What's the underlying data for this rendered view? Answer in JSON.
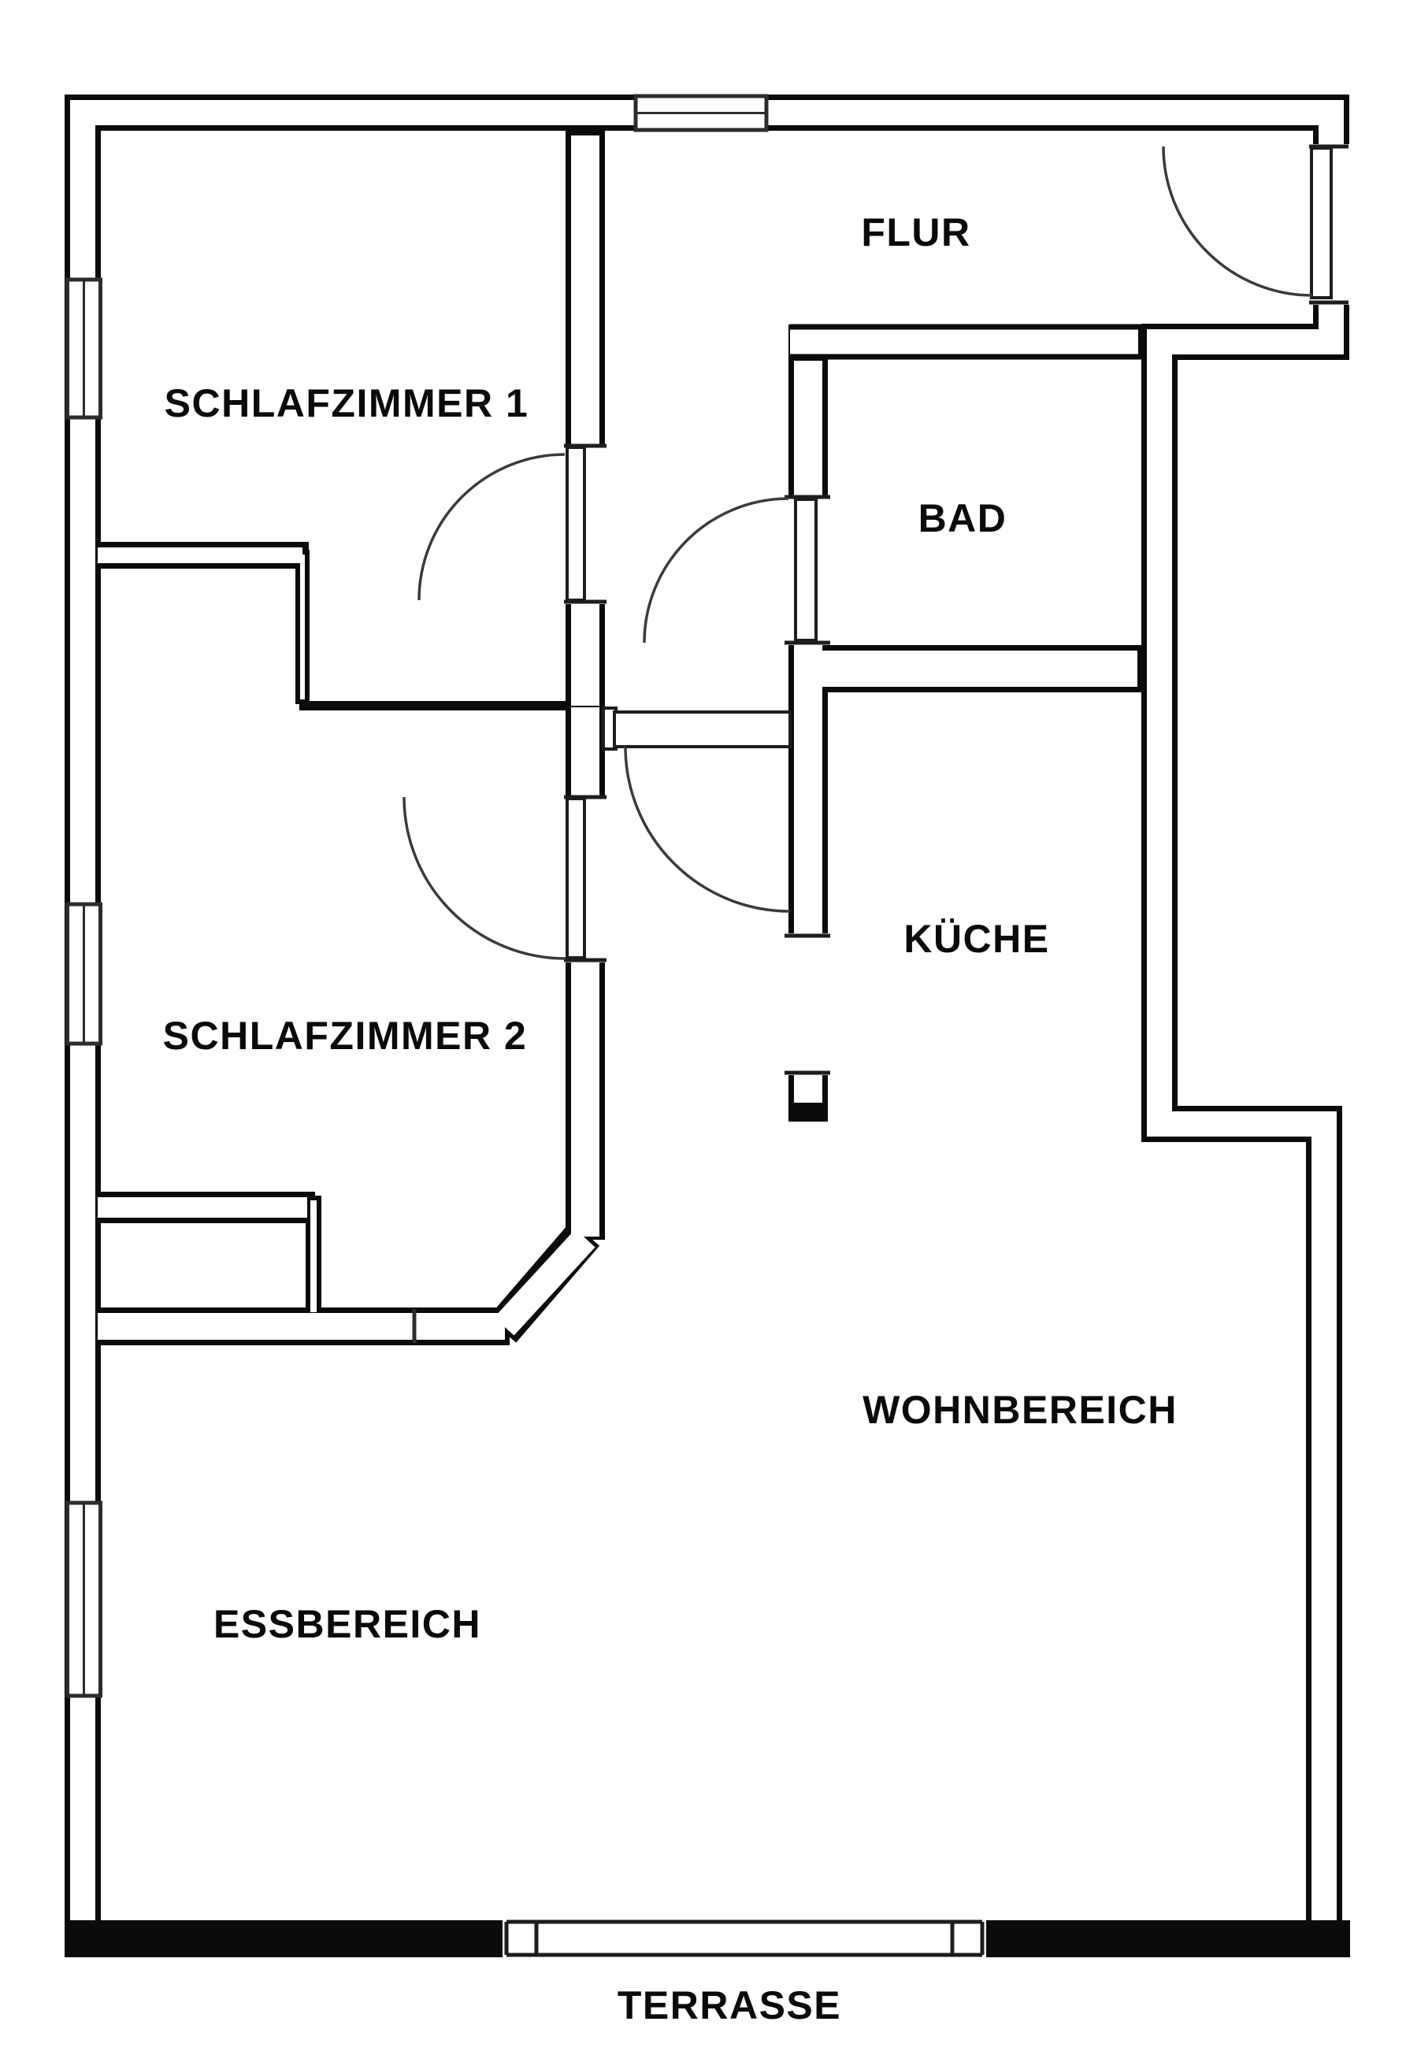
{
  "plan": {
    "background_color": "#ffffff",
    "wall_color": "#0b0b0b",
    "label_color": "#0a0a0a"
  },
  "rooms": [
    {
      "name": "SCHLAFZIMMER 1"
    },
    {
      "name": "FLUR"
    },
    {
      "name": "BAD"
    },
    {
      "name": "SCHLAFZIMMER 2"
    },
    {
      "name": "KÜCHE"
    },
    {
      "name": "WOHNBEREICH"
    },
    {
      "name": "ESSBEREICH"
    },
    {
      "name": "TERRASSE"
    }
  ],
  "features": {
    "doors": [
      {
        "name": "entry-door",
        "location": "FLUR"
      },
      {
        "name": "schlafzimmer-1-door",
        "location": "SCHLAFZIMMER 1"
      },
      {
        "name": "schlafzimmer-2-door",
        "location": "SCHLAFZIMMER 2"
      },
      {
        "name": "bad-door",
        "location": "BAD"
      },
      {
        "name": "hall-door",
        "location": "FLUR"
      },
      {
        "name": "terrace-door",
        "location": "TERRASSE"
      }
    ],
    "windows": [
      {
        "name": "top-wall-window"
      },
      {
        "name": "left-wall-window-1"
      },
      {
        "name": "left-wall-window-2"
      },
      {
        "name": "left-wall-window-3"
      }
    ]
  }
}
